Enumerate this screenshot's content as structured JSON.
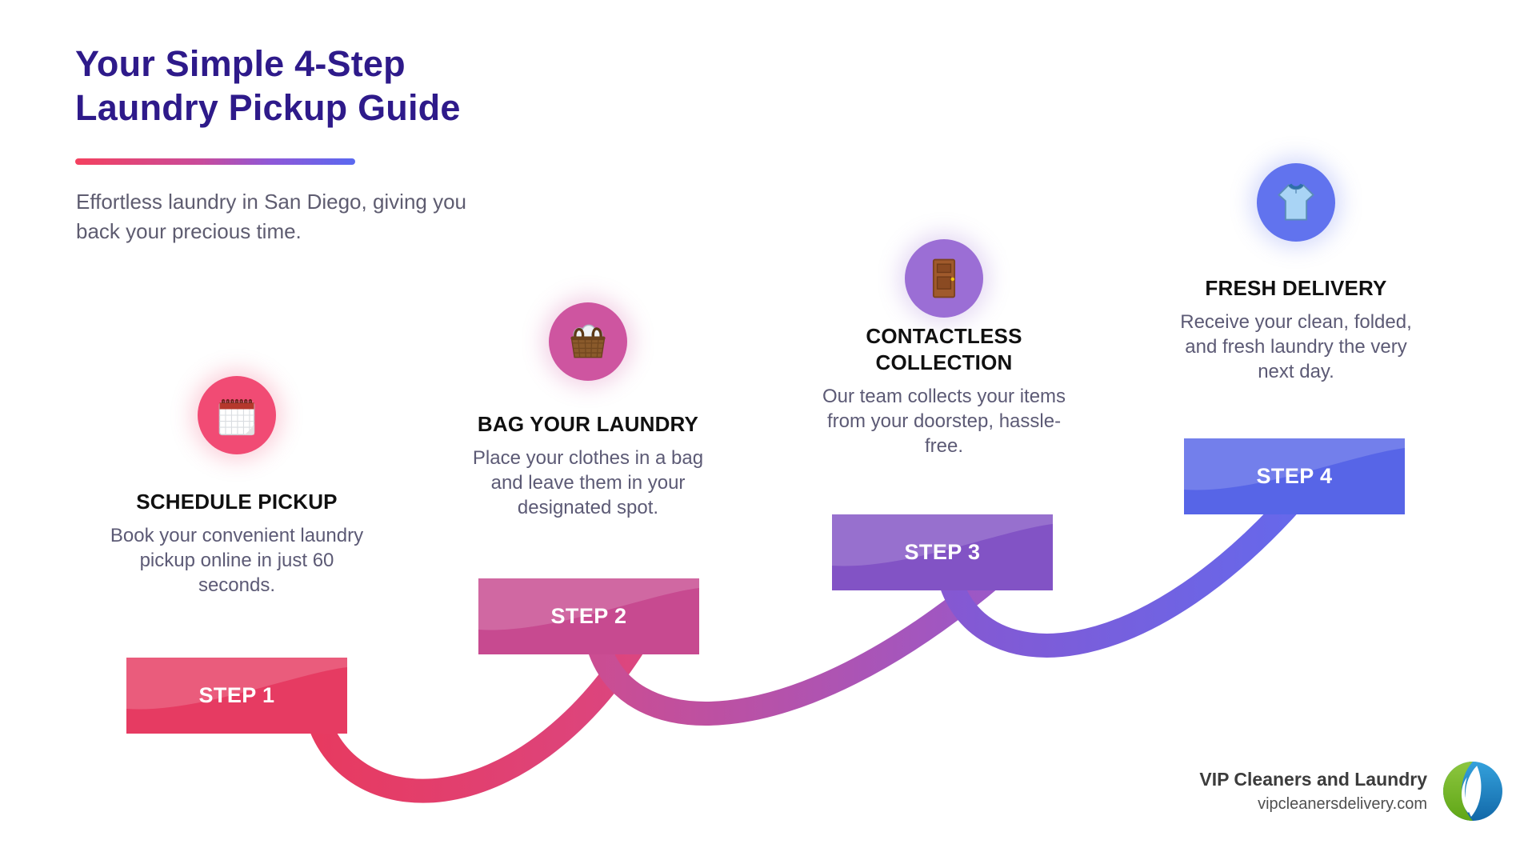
{
  "header": {
    "title_lines": [
      "Your Simple 4-Step",
      "Laundry Pickup Guide"
    ],
    "subtitle_lines": [
      "Effortless laundry in San Diego, giving you",
      "back your precious time."
    ],
    "title_color": "#2E1A8A",
    "underline_gradient": [
      "#F4415F",
      "#5A69F0"
    ]
  },
  "steps": [
    {
      "label": "STEP 1",
      "icon": "spiral-calendar-icon",
      "title_lines": [
        "SCHEDULE PICKUP"
      ],
      "description_lines": [
        "Book your convenient laundry",
        "pickup online in just 60",
        "seconds."
      ],
      "accent": "#F14B74",
      "box_color": "#E63B62"
    },
    {
      "label": "STEP 2",
      "icon": "laundry-basket-icon",
      "title_lines": [
        "BAG YOUR LAUNDRY"
      ],
      "description_lines": [
        "Place your clothes in a bag",
        "and leave them in your",
        "designated spot."
      ],
      "accent": "#CE55A0",
      "box_color": "#C74A90"
    },
    {
      "label": "STEP 3",
      "icon": "door-icon",
      "title_lines": [
        "CONTACTLESS",
        "COLLECTION"
      ],
      "description_lines": [
        "Our team collects your items",
        "from your doorstep, hassle-",
        "free."
      ],
      "accent": "#9B6ED5",
      "box_color": "#8253C5"
    },
    {
      "label": "STEP 4",
      "icon": "t-shirt-icon",
      "title_lines": [
        "FRESH DELIVERY"
      ],
      "description_lines": [
        "Receive your clean, folded,",
        "and fresh laundry the very",
        "next day."
      ],
      "accent": "#6173EE",
      "box_color": "#5765E7"
    }
  ],
  "curve_colors": {
    "segment_1": [
      "#E73A60",
      "#DB4680"
    ],
    "segment_2": [
      "#CB4D92",
      "#9A58C8"
    ],
    "segment_3": [
      "#8558D2",
      "#6469EC"
    ]
  },
  "footer": {
    "brand": "VIP Cleaners and Laundry",
    "website": "vipcleanersdelivery.com",
    "logo_colors": [
      "#76BC21",
      "#1D80C8"
    ]
  }
}
